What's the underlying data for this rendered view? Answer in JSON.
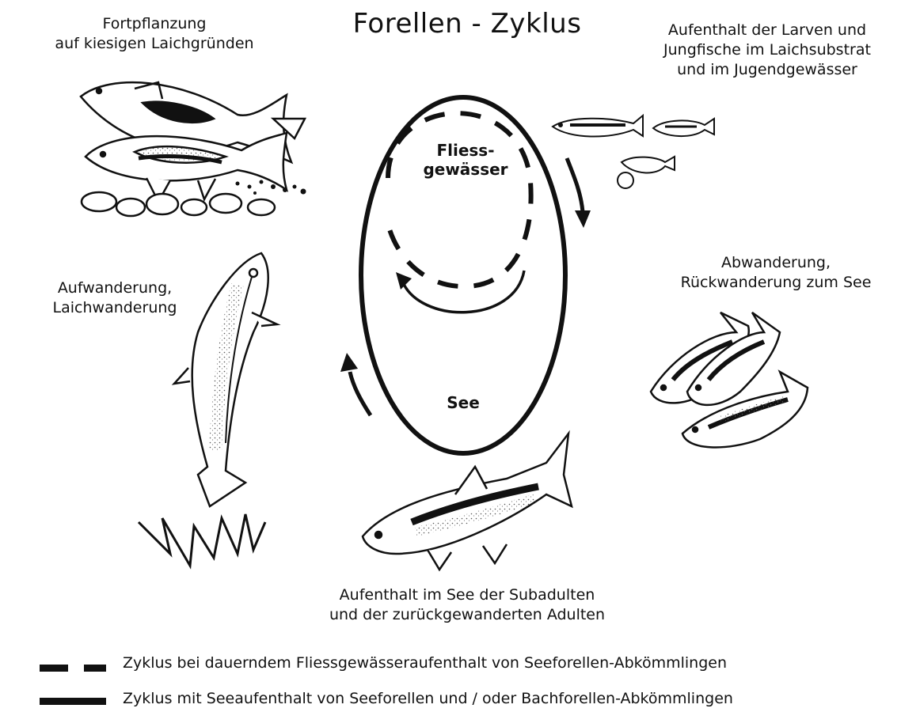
{
  "title": "Forellen - Zyklus",
  "nodes": {
    "stream": [
      "Fliess-",
      "gewässer"
    ],
    "lake": "See"
  },
  "stages": {
    "spawning": [
      "Fortpflanzung",
      "auf kiesigen Laichgründen"
    ],
    "larvae": [
      "Aufenthalt der Larven und",
      "Jungfische im Laichsubstrat",
      "und im Jugendgewässer"
    ],
    "downstream": [
      "Abwanderung,",
      "Rückwanderung zum See"
    ],
    "upstream": [
      "Aufwanderung,",
      "Laichwanderung"
    ],
    "lake_stay": [
      "Aufenthalt im See der Subadulten",
      "und der zurückgewanderten Adulten"
    ]
  },
  "legend": [
    {
      "style": "dashed",
      "text": "Zyklus bei dauerndem Fliessgewässeraufenthalt von Seeforellen-Abkömmlingen"
    },
    {
      "style": "solid",
      "text": "Zyklus mit Seeaufenthalt von Seeforellen und / oder Bachforellen-Abkömmlingen"
    }
  ],
  "colors": {
    "ink": "#111111",
    "background": "#ffffff"
  }
}
